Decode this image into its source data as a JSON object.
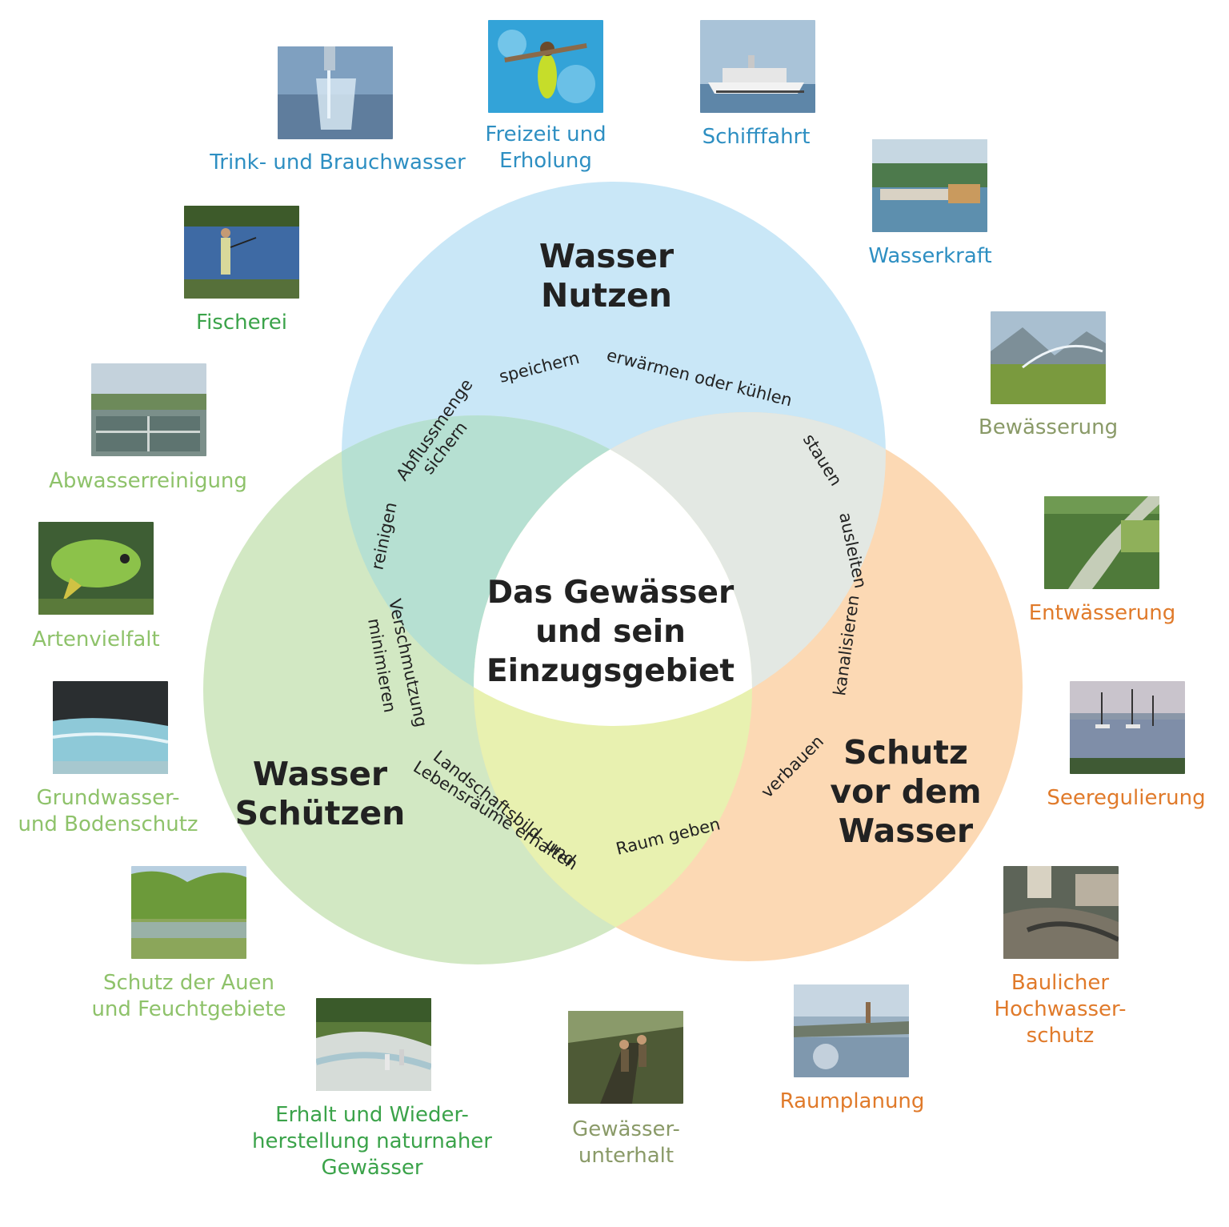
{
  "colors": {
    "blue_circle": "#c9e7f7",
    "green_circle": "#d2e8c3",
    "orange_circle": "#fcd9b4",
    "blue_text": "#2e8fc2",
    "green_text": "#3ba34a",
    "lightgreen_text": "#8ec26a",
    "olive_text": "#8a9a68",
    "orange_text": "#e07a2a"
  },
  "center_title": "Das Gewässer\nund sein\nEinzugsgebiet",
  "circles": {
    "nutzen": "Wasser\nNutzen",
    "schuetzen": "Wasser\nSchützen",
    "schutz": "Schutz\nvor dem\nWasser"
  },
  "verbs": {
    "speichern": "speichern",
    "erwaermen": "erwärmen oder kühlen",
    "abfluss1": "Abflussmenge",
    "abfluss2": "sichern",
    "stauen": "stauen",
    "ausleiten": "ausleiten",
    "reinigen": "reinigen",
    "kanalisieren": "kanalisieren",
    "verschmutzung1": "Verschmutzung",
    "verschmutzung2": "minimieren",
    "landschaft1": "Landschaftsbild- und",
    "landschaft2": "Lebensräume erhalten",
    "raum": "Raum geben",
    "verbauen": "verbauen"
  },
  "items": {
    "trink": "Trink- und Brauchwasser",
    "freizeit": "Freizeit und\nErholung",
    "schifffahrt": "Schifffahrt",
    "wasserkraft": "Wasserkraft",
    "fischerei": "Fischerei",
    "bewaesserung": "Bewässerung",
    "abwasser": "Abwasserreinigung",
    "entwaesserung": "Entwässerung",
    "artenvielfalt": "Artenvielfalt",
    "seeregulierung": "Seeregulierung",
    "grundwasser": "Grundwasser-\nund Bodenschutz",
    "auen": "Schutz der Auen\nund Feuchtgebiete",
    "hochwasser": "Baulicher\nHochwasser-\nschutz",
    "raumplanung": "Raumplanung",
    "unterhalt": "Gewässer-\nunterhalt",
    "naturnah": "Erhalt und Wieder-\nherstellung naturnaher\nGewässer"
  }
}
